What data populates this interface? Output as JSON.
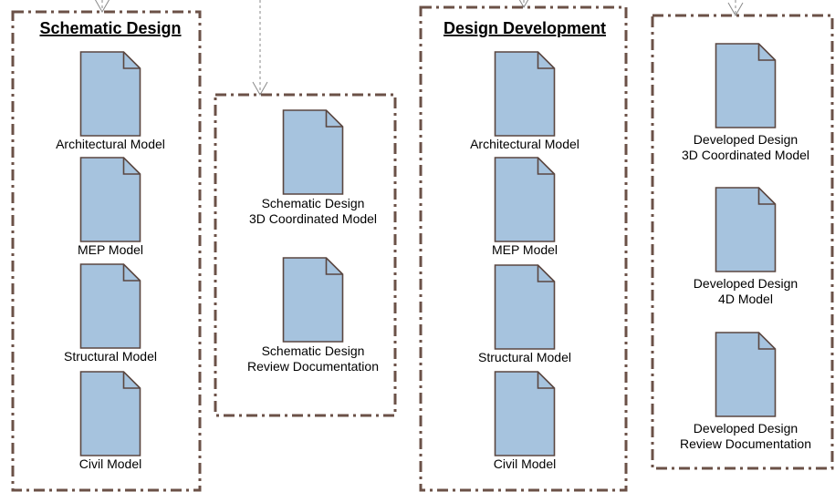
{
  "groups": [
    {
      "id": "schematic",
      "title": "Schematic Design",
      "items": [
        {
          "label": [
            "Architectural Model"
          ]
        },
        {
          "label": [
            "MEP Model"
          ]
        },
        {
          "label": [
            "Structural Model"
          ]
        },
        {
          "label": [
            "Civil Model"
          ]
        }
      ]
    },
    {
      "id": "schematic-review",
      "title": "",
      "items": [
        {
          "label": [
            "Schematic Design",
            "3D Coordinated Model"
          ]
        },
        {
          "label": [
            "Schematic Design",
            "Review Documentation"
          ]
        }
      ]
    },
    {
      "id": "design-development",
      "title": "Design Development",
      "items": [
        {
          "label": [
            "Architectural Model"
          ]
        },
        {
          "label": [
            "MEP Model"
          ]
        },
        {
          "label": [
            "Structural Model"
          ]
        },
        {
          "label": [
            "Civil Model"
          ]
        }
      ]
    },
    {
      "id": "developed-review",
      "title": "",
      "items": [
        {
          "label": [
            "Developed Design",
            "3D Coordinated Model"
          ]
        },
        {
          "label": [
            "Developed Design",
            "4D Model"
          ]
        },
        {
          "label": [
            "Developed Design",
            "Review Documentation"
          ]
        }
      ]
    }
  ]
}
